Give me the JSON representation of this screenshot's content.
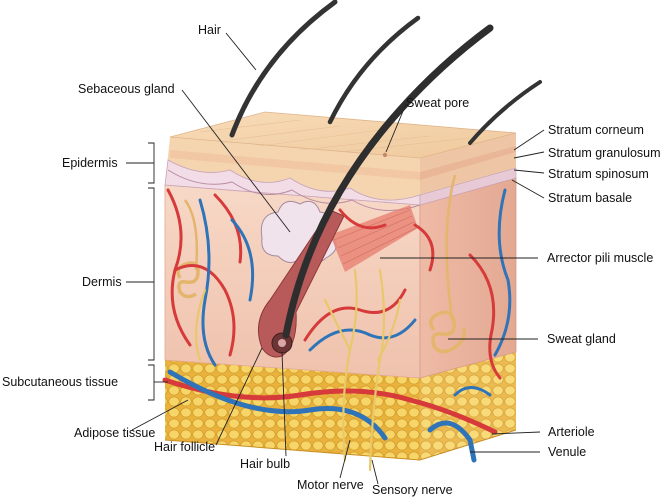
{
  "labels": {
    "hair": "Hair",
    "sebaceous_gland": "Sebaceous gland",
    "sweat_pore": "Sweat pore",
    "stratum_corneum": "Stratum corneum",
    "stratum_granulosum": "Stratum granulosum",
    "stratum_spinosum": "Stratum spinosum",
    "stratum_basale": "Stratum basale",
    "epidermis": "Epidermis",
    "dermis": "Dermis",
    "arrector_pili_muscle": "Arrector pili muscle",
    "sweat_gland": "Sweat gland",
    "subcutaneous_tissue": "Subcutaneous tissue",
    "adipose_tissue": "Adipose tissue",
    "hair_follicle": "Hair follicle",
    "hair_bulb": "Hair bulb",
    "motor_nerve": "Motor nerve",
    "sensory_nerve": "Sensory nerve",
    "arteriole": "Arteriole",
    "venule": "Venule"
  },
  "colors": {
    "artery": "#d63a3a",
    "vein": "#2f73b8",
    "nerve": "#e8c86a",
    "fat": "#f2c94c",
    "dermis": "#f6d3c2",
    "epidermis_top": "#f3d2a8",
    "hair": "#3a3a3a"
  }
}
